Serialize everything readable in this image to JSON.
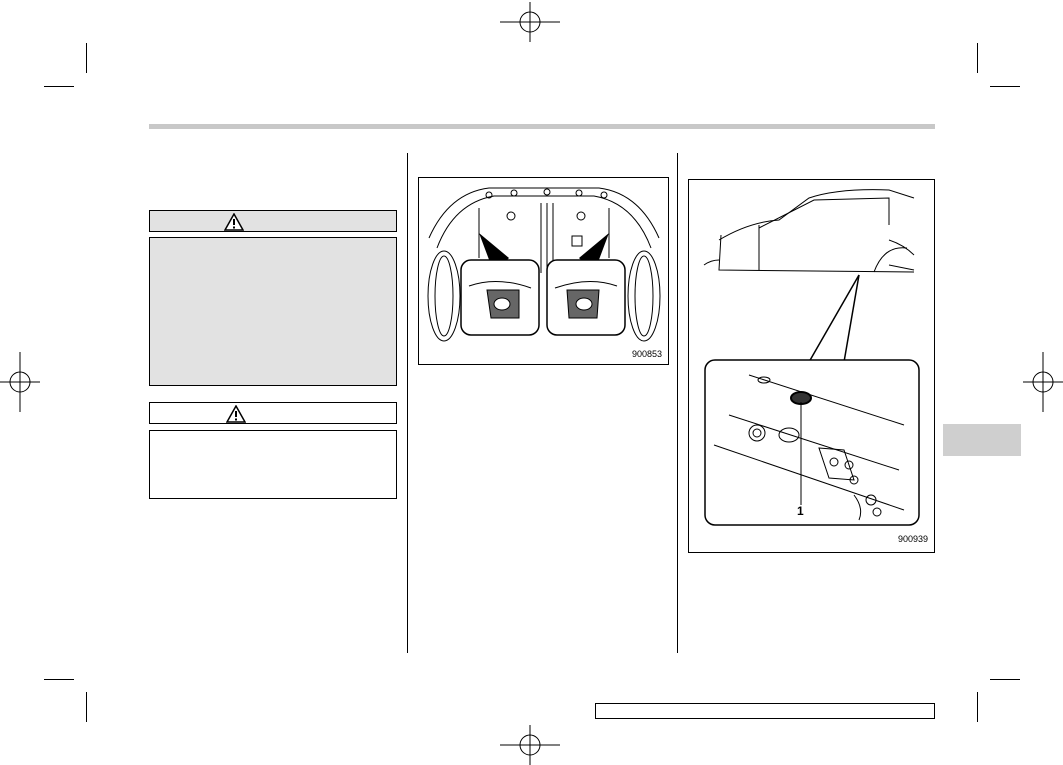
{
  "figures": {
    "front_underbody": {
      "code": "900853"
    },
    "side_jack_point": {
      "code": "900939",
      "callout": "1"
    }
  },
  "colors": {
    "header_rule": "#c8c8c8",
    "warning_fill": "#e2e2e2",
    "section_tab": "#cfcfcf"
  },
  "icons": {
    "warning": "warning-triangle-icon",
    "caution": "caution-triangle-icon"
  }
}
